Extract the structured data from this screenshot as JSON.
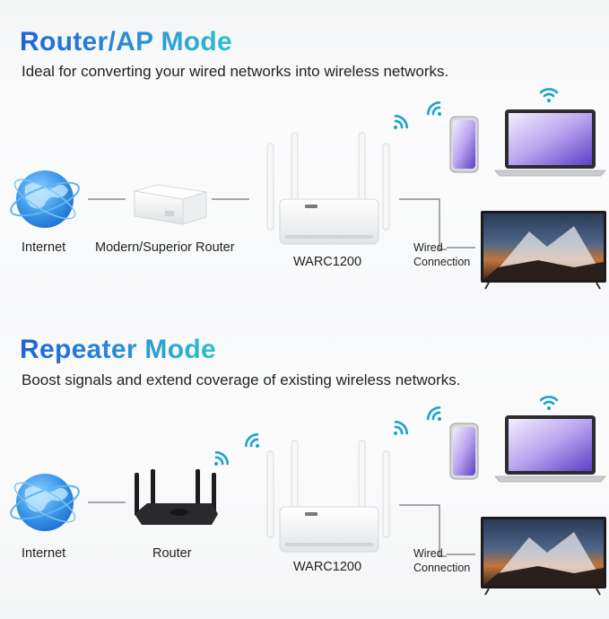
{
  "router_ap": {
    "title": "Router/AP Mode",
    "subtitle": "Ideal for converting your wired networks into wireless networks.",
    "internet_label": "Internet",
    "router_label": "Modern/Superior Router",
    "device_label": "WARC1200",
    "wired_line1": "Wired",
    "wired_line2": "Connection"
  },
  "repeater": {
    "title": "Repeater Mode",
    "subtitle": "Boost signals and extend coverage of existing wireless networks.",
    "internet_label": "Internet",
    "router_label": "Router",
    "device_label": "WARC1200",
    "wired_line1": "Wired",
    "wired_line2": "Connection"
  },
  "icons": [
    "globe-icon",
    "modem-icon",
    "router-icon",
    "wifi-icon",
    "phone-icon",
    "laptop-icon",
    "tv-icon"
  ],
  "colors": {
    "title_start": "#1f63d6",
    "title_end": "#2fc0c8",
    "wifi": "#1aa3c8",
    "line": "#555555"
  }
}
